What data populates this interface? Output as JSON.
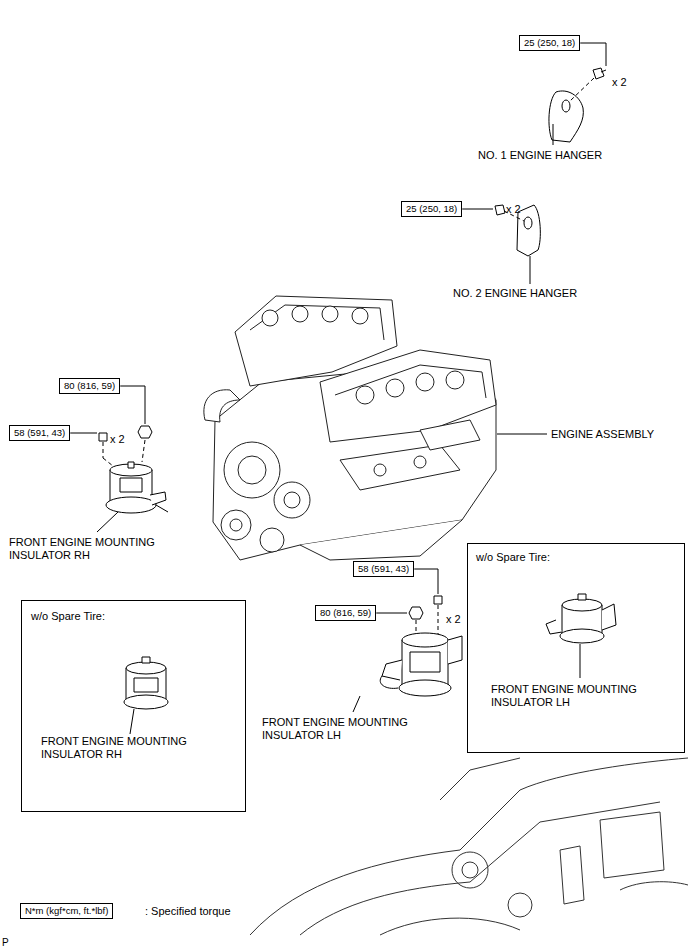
{
  "diagram": {
    "nodes": [
      {
        "text": [
          "25 (250, 18)"
        ]
      },
      {
        "text": [
          "25 (250, 18)"
        ]
      },
      {
        "text": [
          "80 (816, 59)"
        ]
      },
      {
        "text": [
          "58 (591, 43)"
        ]
      },
      {
        "text": [
          "w/o Spare Tire:",
          "FRONT ENGINE MOUNTING INSULATOR LH"
        ]
      },
      {
        "text": [
          "58 (591, 43)"
        ]
      },
      {
        "text": [
          "w/o Spare Tire:",
          "FRONT ENGINE MOUNTING INSULATOR RH"
        ]
      },
      {
        "text": [
          "80 (816, 59)"
        ]
      },
      {
        "text": [
          "N*m (kgf*cm, ft.*lbf)"
        ]
      }
    ],
    "labels": [
      "x 2",
      "NO. 1 ENGINE HANGER",
      "x 2",
      "NO. 2 ENGINE HANGER",
      "ENGINE ASSEMBLY",
      "x 2",
      "FRONT ENGINE MOUNTING INSULATOR RH",
      "x 2",
      "FRONT ENGINE MOUNTING INSULATOR LH",
      ": Specified torque",
      "P"
    ]
  }
}
